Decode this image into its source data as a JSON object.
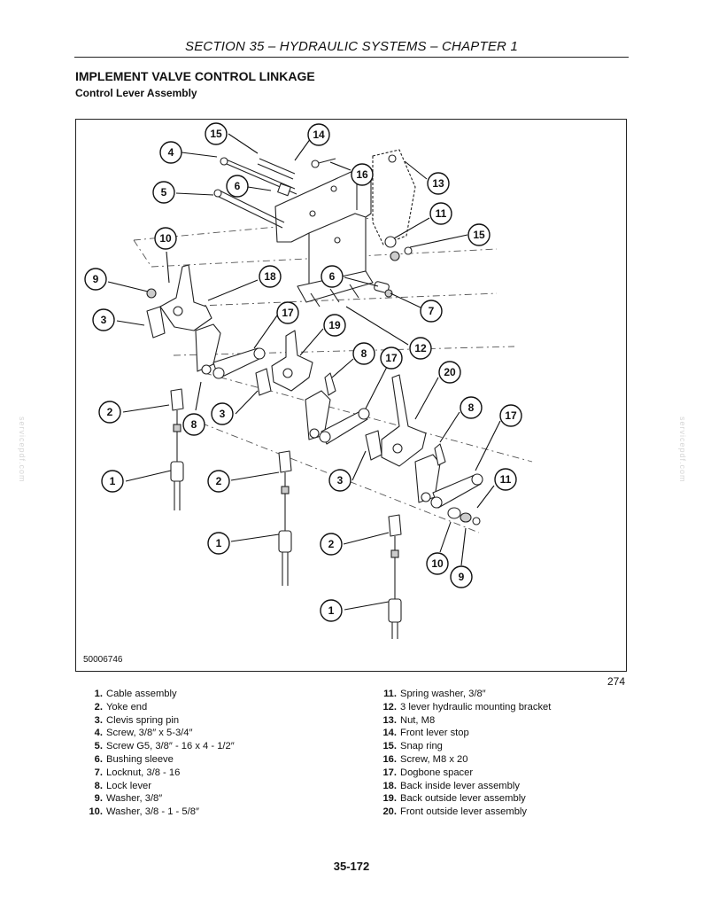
{
  "header": {
    "section_title": "SECTION 35 – HYDRAULIC SYSTEMS – CHAPTER 1"
  },
  "title": "IMPLEMENT VALVE CONTROL LINKAGE",
  "subtitle": "Control Lever Assembly",
  "figure": {
    "code": "50006746",
    "number": "274",
    "callouts": [
      {
        "label": "15"
      },
      {
        "label": "14"
      },
      {
        "label": "4"
      },
      {
        "label": "16"
      },
      {
        "label": "13"
      },
      {
        "label": "5"
      },
      {
        "label": "6"
      },
      {
        "label": "11"
      },
      {
        "label": "15"
      },
      {
        "label": "10"
      },
      {
        "label": "9"
      },
      {
        "label": "18"
      },
      {
        "label": "6"
      },
      {
        "label": "3"
      },
      {
        "label": "7"
      },
      {
        "label": "17"
      },
      {
        "label": "19"
      },
      {
        "label": "12"
      },
      {
        "label": "8"
      },
      {
        "label": "17"
      },
      {
        "label": "20"
      },
      {
        "label": "2"
      },
      {
        "label": "8"
      },
      {
        "label": "3"
      },
      {
        "label": "8"
      },
      {
        "label": "17"
      },
      {
        "label": "1"
      },
      {
        "label": "2"
      },
      {
        "label": "3"
      },
      {
        "label": "11"
      },
      {
        "label": "1"
      },
      {
        "label": "2"
      },
      {
        "label": "10"
      },
      {
        "label": "9"
      },
      {
        "label": "1"
      }
    ]
  },
  "legend_left": [
    {
      "num": "1.",
      "text": "Cable assembly"
    },
    {
      "num": "2.",
      "text": "Yoke end"
    },
    {
      "num": "3.",
      "text": "Clevis spring pin"
    },
    {
      "num": "4.",
      "text": "Screw, 3/8″ x 5-3/4″"
    },
    {
      "num": "5.",
      "text": "Screw G5, 3/8″ - 16 x 4 - 1/2″"
    },
    {
      "num": "6.",
      "text": "Bushing sleeve"
    },
    {
      "num": "7.",
      "text": "Locknut, 3/8 - 16"
    },
    {
      "num": "8.",
      "text": "Lock lever"
    },
    {
      "num": "9.",
      "text": "Washer, 3/8″"
    },
    {
      "num": "10.",
      "text": "Washer, 3/8 - 1 - 5/8″"
    }
  ],
  "legend_right": [
    {
      "num": "11.",
      "text": "Spring washer, 3/8″"
    },
    {
      "num": "12.",
      "text": "3 lever hydraulic mounting bracket"
    },
    {
      "num": "13.",
      "text": "Nut, M8"
    },
    {
      "num": "14.",
      "text": "Front lever stop"
    },
    {
      "num": "15.",
      "text": "Snap ring"
    },
    {
      "num": "16.",
      "text": "Screw, M8 x 20"
    },
    {
      "num": "17.",
      "text": "Dogbone spacer"
    },
    {
      "num": "18.",
      "text": "Back inside lever assembly"
    },
    {
      "num": "19.",
      "text": "Back outside lever assembly"
    },
    {
      "num": "20.",
      "text": "Front outside lever assembly"
    }
  ],
  "watermark": "servicepdf.com",
  "page_number": "35-172"
}
